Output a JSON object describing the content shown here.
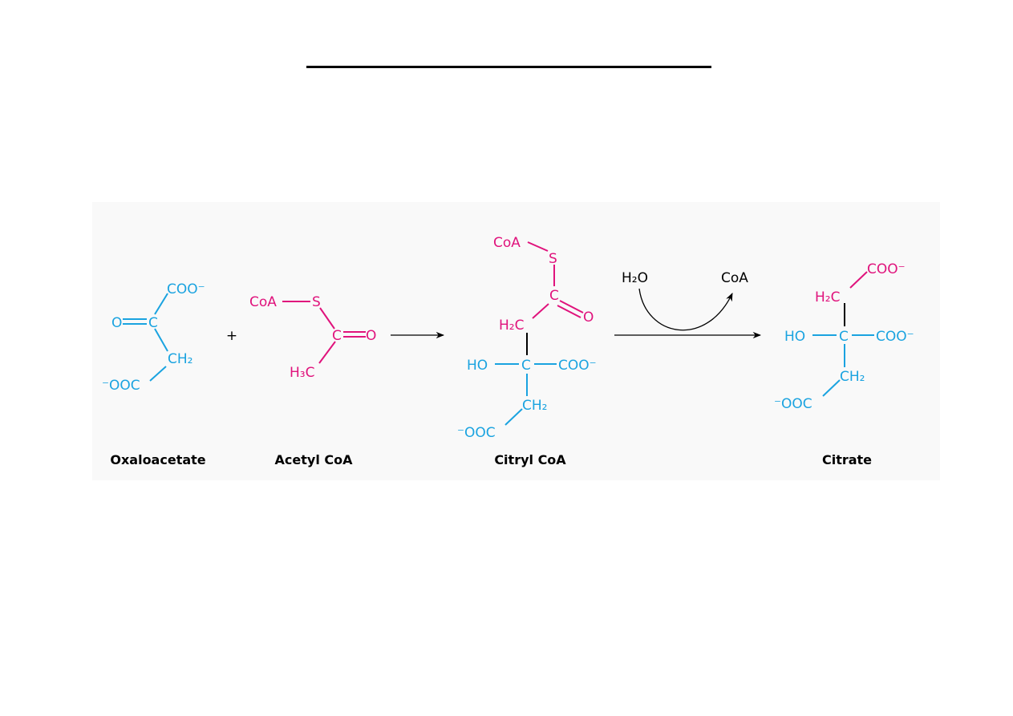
{
  "colors": {
    "cyan": "#1aa3e0",
    "magenta": "#e0137c",
    "black": "#000000",
    "panel": "#f9f9f9"
  },
  "reaction": {
    "plus": "+",
    "reagents": {
      "water": "H₂O",
      "coa_released": "CoA"
    }
  },
  "molecules": {
    "oxaloacetate": {
      "label": "Oxaloacetate",
      "atoms": {
        "coo_top": "COO⁻",
        "o": "O",
        "c": "C",
        "ch2": "CH₂",
        "ooc": "⁻OOC"
      }
    },
    "acetyl_coa": {
      "label": "Acetyl CoA",
      "atoms": {
        "coa": "CoA",
        "s": "S",
        "c": "C",
        "o": "O",
        "h3c": "H₃C"
      }
    },
    "citryl_coa": {
      "label": "Citryl CoA",
      "atoms": {
        "coa": "CoA",
        "s": "S",
        "c_top": "C",
        "o": "O",
        "h2c": "H₂C",
        "ho": "HO",
        "c_center": "C",
        "coo_right": "COO⁻",
        "ch2": "CH₂",
        "ooc": "⁻OOC"
      }
    },
    "citrate": {
      "label": "Citrate",
      "atoms": {
        "coo_top": "COO⁻",
        "h2c": "H₂C",
        "ho": "HO",
        "c_center": "C",
        "coo_right": "COO⁻",
        "ch2": "CH₂",
        "ooc": "⁻OOC"
      }
    }
  }
}
